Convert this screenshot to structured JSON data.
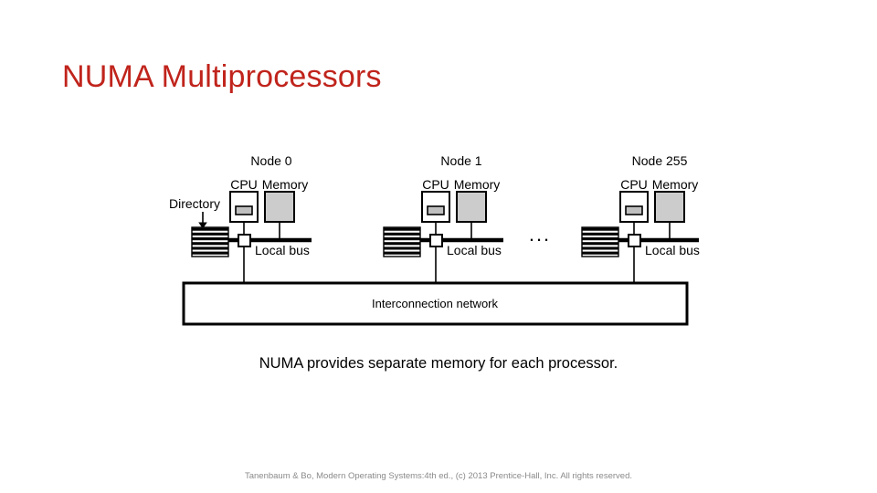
{
  "slide": {
    "title": "NUMA Multiprocessors",
    "title_color": "#C0241C",
    "background_color": "#FFFFFF",
    "caption": "NUMA provides separate memory for each processor.",
    "footer": "Tanenbaum & Bo, Modern  Operating Systems:4th ed., (c) 2013 Prentice-Hall, Inc. All rights reserved."
  },
  "diagram": {
    "directory_label": "Directory",
    "ellipsis": "...",
    "interconnect_label": "Interconnection network",
    "memory_fill_color": "#CCCCCC",
    "cache_fill_color": "#BFBFBF",
    "line_color": "#000000",
    "nodes": [
      {
        "node_label": "Node 0",
        "cpu_label": "CPU",
        "memory_label": "Memory",
        "bus_label": "Local bus"
      },
      {
        "node_label": "Node 1",
        "cpu_label": "CPU",
        "memory_label": "Memory",
        "bus_label": "Local bus"
      },
      {
        "node_label": "Node 255",
        "cpu_label": "CPU",
        "memory_label": "Memory",
        "bus_label": "Local bus"
      }
    ]
  }
}
